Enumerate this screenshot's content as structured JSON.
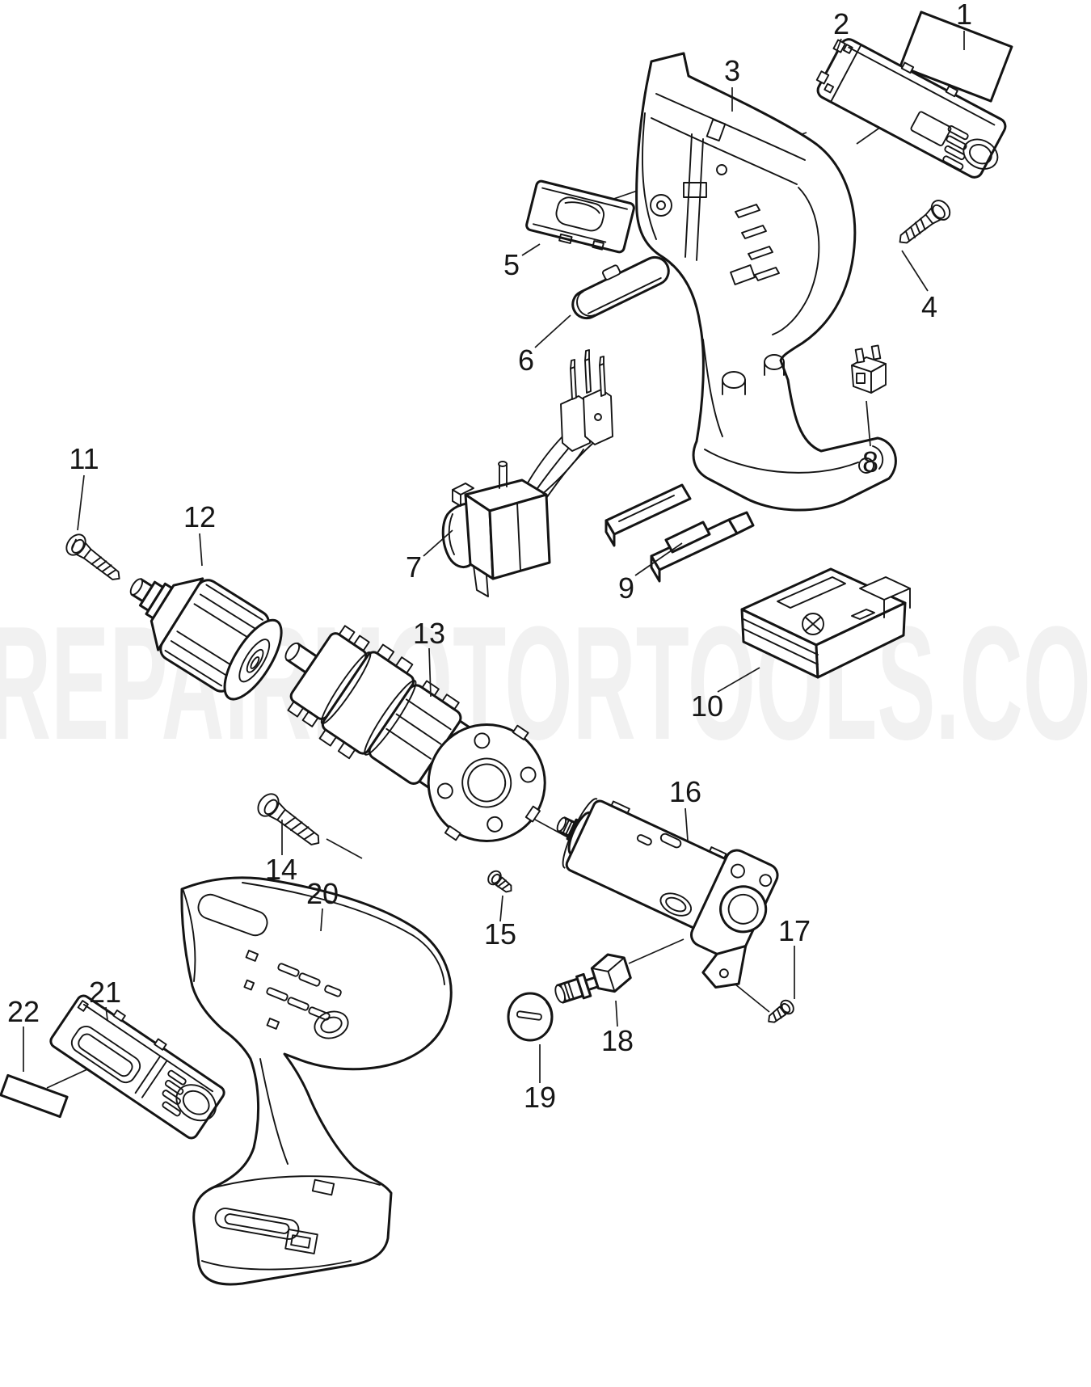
{
  "watermark": {
    "text": "REPAIRMOTORTOOLS.COM"
  },
  "colors": {
    "background": "#ffffff",
    "line": "#141414",
    "watermark": "#f1f1f1"
  },
  "parts": [
    {
      "number": "1"
    },
    {
      "number": "2"
    },
    {
      "number": "3"
    },
    {
      "number": "4"
    },
    {
      "number": "5"
    },
    {
      "number": "6"
    },
    {
      "number": "7"
    },
    {
      "number": "8"
    },
    {
      "number": "9"
    },
    {
      "number": "10"
    },
    {
      "number": "11"
    },
    {
      "number": "12"
    },
    {
      "number": "13"
    },
    {
      "number": "14"
    },
    {
      "number": "15"
    },
    {
      "number": "16"
    },
    {
      "number": "17"
    },
    {
      "number": "18"
    },
    {
      "number": "19"
    },
    {
      "number": "20"
    },
    {
      "number": "21"
    },
    {
      "number": "22"
    }
  ]
}
